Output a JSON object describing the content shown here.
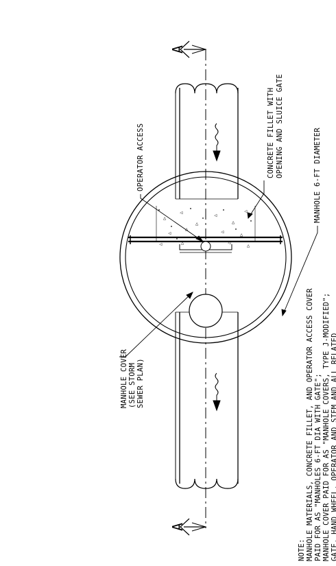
{
  "labels": {
    "operator_access": "OPERATOR ACCESS",
    "concrete_fillet": [
      "CONCRETE FILLET WITH",
      "OPENING AND SLUICE GATE"
    ],
    "manhole_diameter": "MANHOLE 6-FT DIAMETER",
    "manhole_cover": [
      "MANHOLE COVER",
      "(SEE STORM",
      "SEWER PLAN)"
    ],
    "section_mark_top": "A",
    "section_mark_bottom": "A"
  },
  "note": [
    "NOTE:",
    "MANHOLE MATERIALS, CONCRETE FILLET, AND OPERATOR ACCESS COVER",
    "PAID FOR AS \"MANHOLES 6-FT DIA WITH GATE\";",
    "MANHOLE COVER PAID FOR AS \"MANHOLE COVERS, TYPE J-MODIFIED\";",
    "GATE, HAND WHEEL, OPERATOR AND STEM AND ALL RELATED"
  ]
}
